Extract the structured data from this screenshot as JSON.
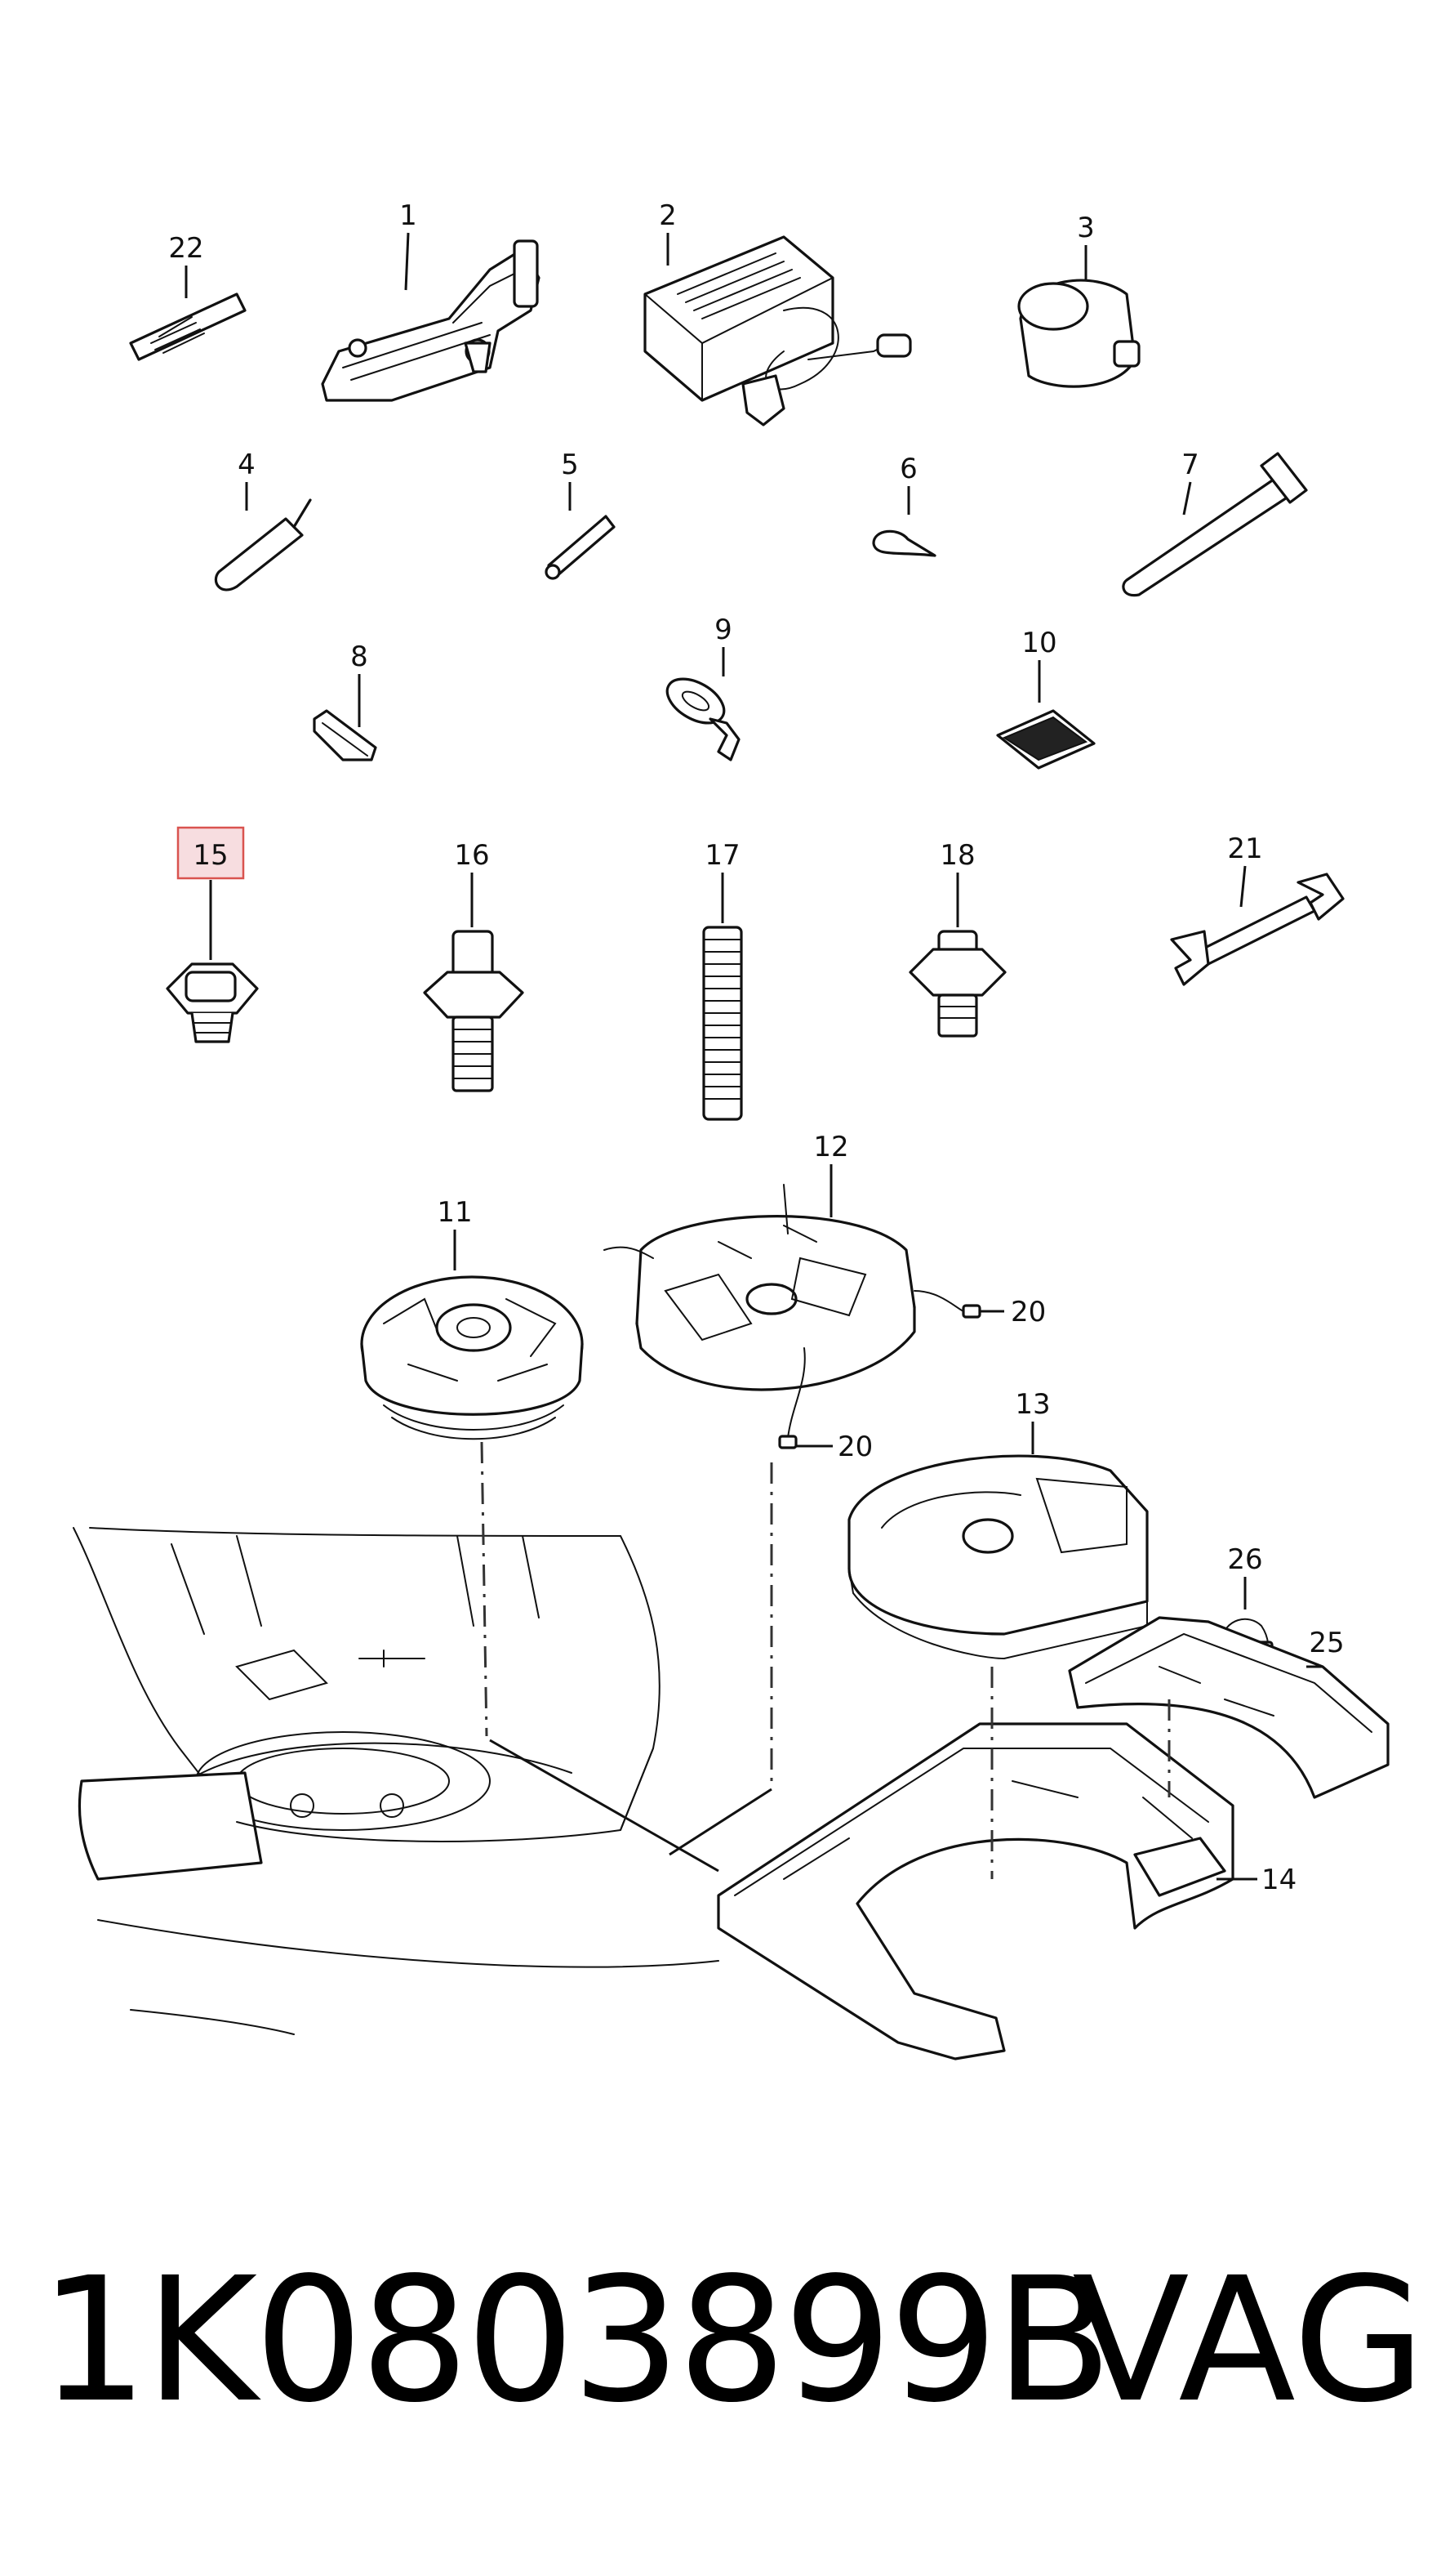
{
  "diagram": {
    "labels": {
      "p1": "1",
      "p2": "2",
      "p3": "3",
      "p4": "4",
      "p5": "5",
      "p6": "6",
      "p7": "7",
      "p8": "8",
      "p9": "9",
      "p10": "10",
      "p11": "11",
      "p12": "12",
      "p13": "13",
      "p14": "14",
      "p15": "15",
      "p16": "16",
      "p17": "17",
      "p18": "18",
      "p20a": "20",
      "p20b": "20",
      "p21": "21",
      "p22": "22",
      "p25": "25",
      "p26": "26"
    },
    "highlighted_label": "15",
    "highlight_color": "#f7dde0",
    "highlight_border": "#d9534f"
  },
  "footer": {
    "part_number": "1K0803899B",
    "brand": "VAG"
  }
}
